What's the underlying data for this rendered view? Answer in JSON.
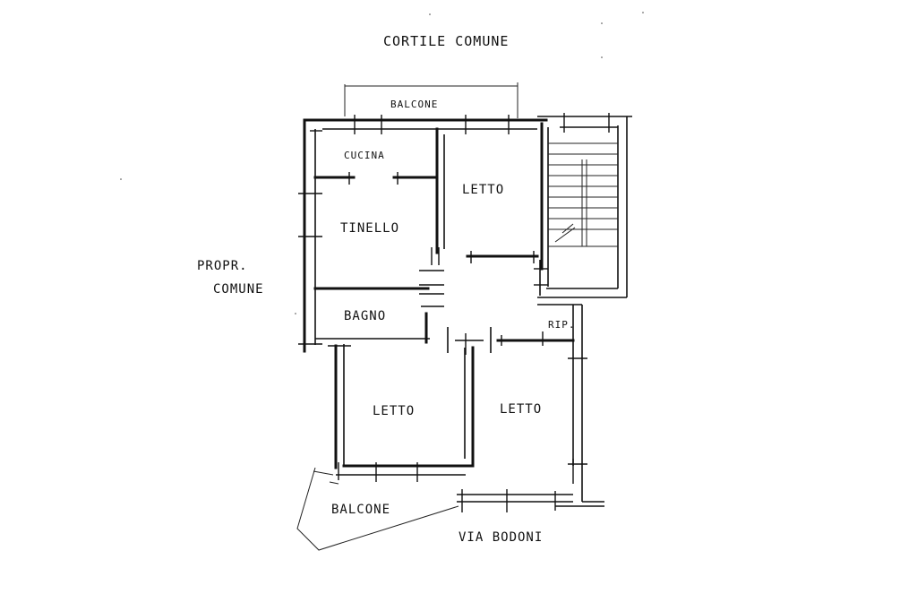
{
  "labels": {
    "courtyard": "CORTILE  COMUNE",
    "balcony_top": "BALCONE",
    "kitchen": "CUCINA",
    "bedroom_top": "LETTO",
    "living": "TINELLO",
    "common_property_1": "PROPR.",
    "common_property_2": "COMUNE",
    "bathroom": "BAGNO",
    "storage": "RIP.",
    "bedroom_left": "LETTO",
    "bedroom_right": "LETTO",
    "balcony_bottom": "BALCONE",
    "street": "VIA  BODONI"
  }
}
